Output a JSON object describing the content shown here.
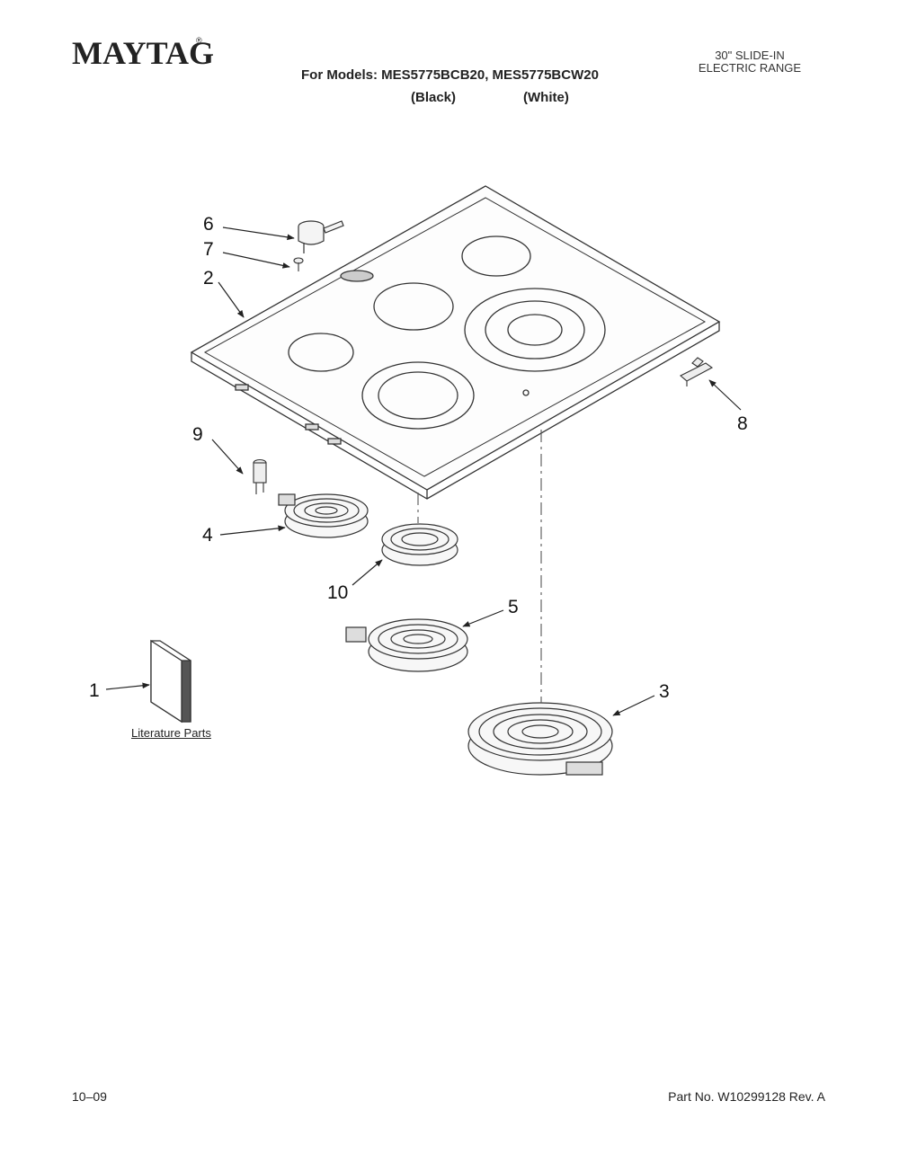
{
  "header": {
    "brand": "MAYTAG",
    "brand_mark": "®",
    "models_line": "For Models: MES5775BCB20, MES5775BCW20",
    "variant_black": "(Black)",
    "variant_white": "(White)",
    "product_line1": "30\" SLIDE-IN",
    "product_line2": "ELECTRIC RANGE"
  },
  "callouts": [
    "6",
    "7",
    "2",
    "9",
    "4",
    "10",
    "5",
    "1",
    "3",
    "8"
  ],
  "literature_label": "Literature Parts",
  "footer": {
    "date": "10–09",
    "part_number": "Part No. W10299128 Rev. A"
  }
}
